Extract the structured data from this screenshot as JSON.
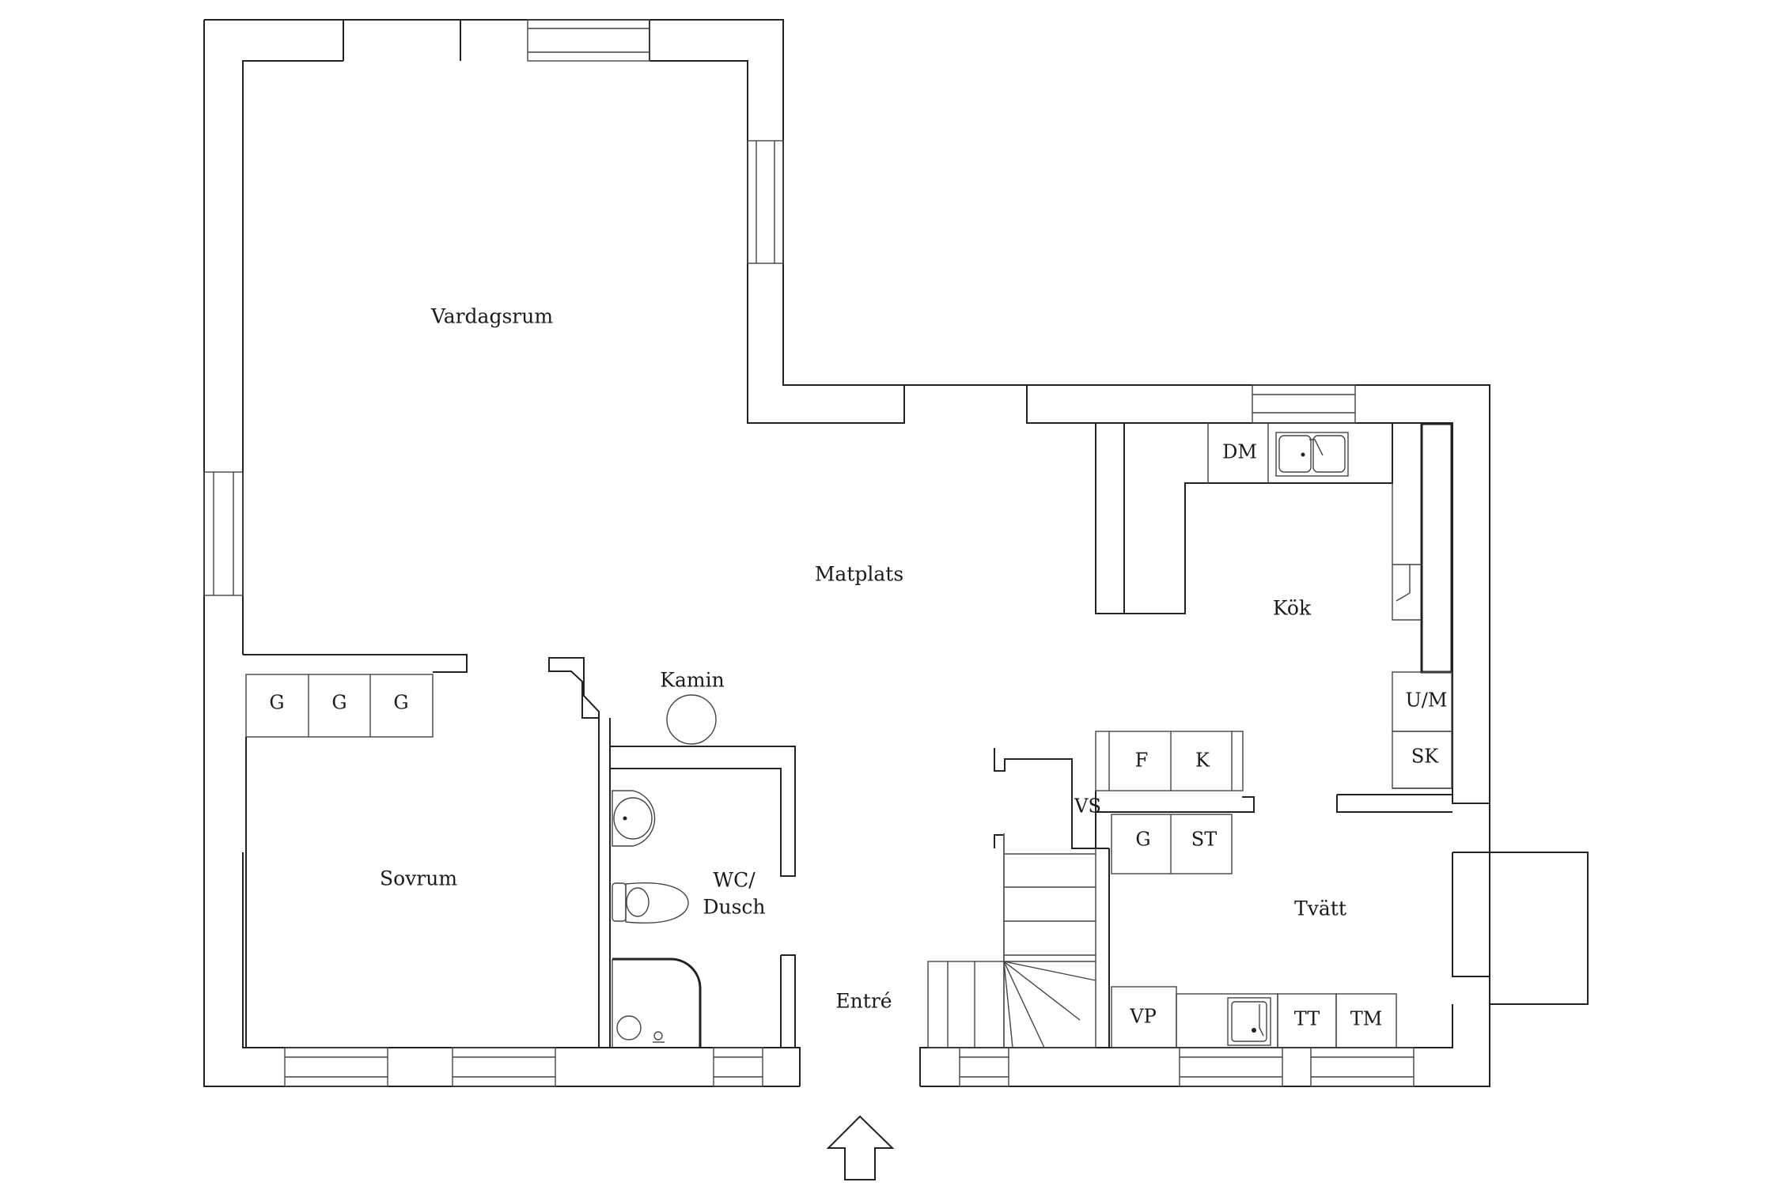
{
  "rooms": {
    "vardagsrum": "Vardagsrum",
    "matplats": "Matplats",
    "kok": "Kök",
    "kamin": "Kamin",
    "sovrum": "Sovrum",
    "wc_line1": "WC/",
    "wc_line2": "Dusch",
    "entre": "Entré",
    "tvatt": "Tvätt",
    "vs": "VS"
  },
  "appliances": {
    "dm": "DM",
    "um": "U/M",
    "sk": "SK",
    "f": "F",
    "k": "K",
    "g_utility": "G",
    "st": "ST",
    "vp": "VP",
    "tt": "TT",
    "tm": "TM",
    "wardrobe": [
      "G",
      "G",
      "G"
    ]
  },
  "colors": {
    "wall": "#222222",
    "background": "#ffffff"
  }
}
